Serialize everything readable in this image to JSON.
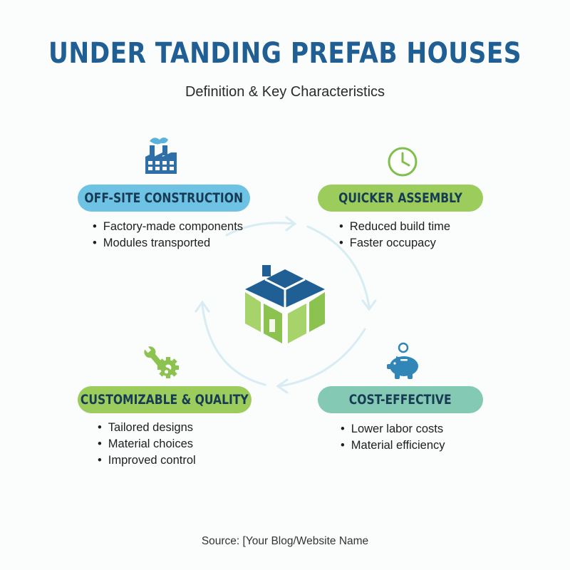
{
  "title": "UNDER TANDING PREFAB HOUSES",
  "subtitle": "Definition & Key Characteristics",
  "colors": {
    "title": "#1f5f94",
    "blue_pill": "#6ec2e4",
    "green_pill": "#9ccd5c",
    "teal_pill": "#84c9b3",
    "house_roof": "#1f5f94",
    "house_walls": "#9bcd5b",
    "cycle_arrows": "#d7ecf3"
  },
  "sections": {
    "offsite": {
      "heading": "OFF-SITE CONSTRUCTION",
      "icon": "factory-icon",
      "bullets": [
        "Factory-made components",
        "Modules transported"
      ]
    },
    "quicker": {
      "heading": "QUICKER ASSEMBLY",
      "icon": "clock-icon",
      "bullets": [
        "Reduced build time",
        "Faster occupacy"
      ]
    },
    "custom": {
      "heading": "CUSTOMIZABLE & QUALITY",
      "icon": "wrench-gear-icon",
      "bullets": [
        "Tailored designs",
        "Material choices",
        "Improved control"
      ]
    },
    "cost": {
      "heading": "COST-EFFECTIVE",
      "icon": "piggy-bank-icon",
      "bullets": [
        "Lower labor costs",
        "Material efficiency"
      ]
    }
  },
  "center_icon": "prefab-house-icon",
  "source": "Source: [Your Blog/Website Name"
}
